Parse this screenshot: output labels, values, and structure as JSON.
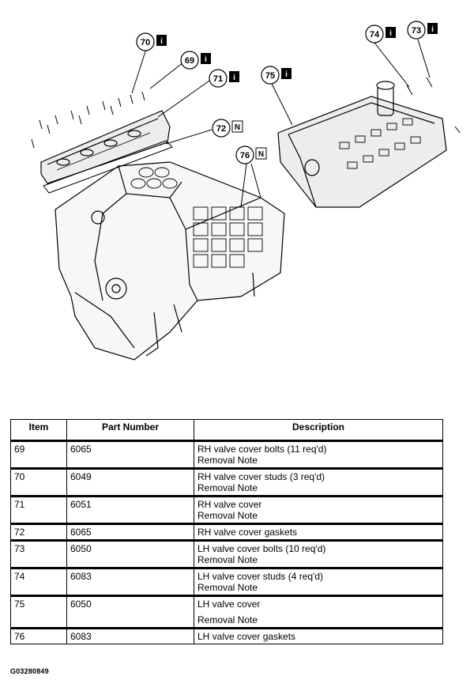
{
  "figure": {
    "callouts": [
      {
        "num": "70",
        "tag": "i"
      },
      {
        "num": "69",
        "tag": "i"
      },
      {
        "num": "71",
        "tag": "i"
      },
      {
        "num": "72",
        "tag": "N"
      },
      {
        "num": "76",
        "tag": "N"
      },
      {
        "num": "75",
        "tag": "i"
      },
      {
        "num": "74",
        "tag": "i"
      },
      {
        "num": "73",
        "tag": "i"
      }
    ]
  },
  "table": {
    "headers": [
      "Item",
      "Part Number",
      "Description"
    ],
    "rows": [
      {
        "item": "69",
        "part": "6065",
        "desc": [
          "RH valve cover bolts (11 req'd)",
          "Removal Note"
        ]
      },
      {
        "item": "70",
        "part": "6049",
        "desc": [
          "RH valve cover studs (3 req'd)",
          "Removal Note"
        ]
      },
      {
        "item": "71",
        "part": "6051",
        "desc": [
          "RH valve cover",
          "Removal Note"
        ]
      },
      {
        "item": "72",
        "part": "6065",
        "desc": [
          "RH valve cover gaskets"
        ]
      },
      {
        "item": "73",
        "part": "6050",
        "desc": [
          "LH valve cover bolts (10 req'd)",
          "Removal Note"
        ]
      },
      {
        "item": "74",
        "part": "6083",
        "desc": [
          "LH valve cover studs (4 req'd)",
          "Removal Note"
        ]
      },
      {
        "item": "75",
        "part": "6050",
        "desc": [
          "LH valve cover",
          "Removal Note"
        ]
      },
      {
        "item": "76",
        "part": "6083",
        "desc": [
          "LH valve cover gaskets"
        ]
      }
    ]
  },
  "figure_code": "G03280849"
}
